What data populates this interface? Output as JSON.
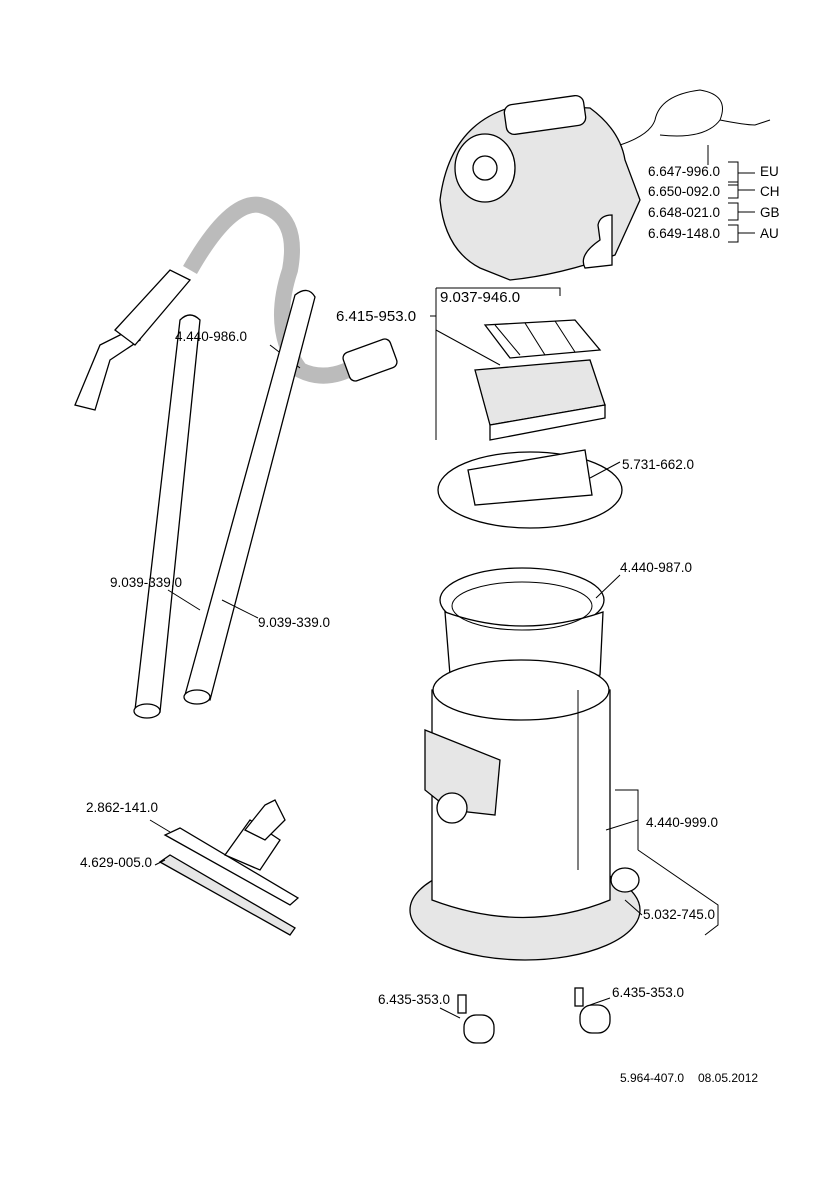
{
  "parts": {
    "cable_eu": "6.647-996.0",
    "cable_eu_region": "EU",
    "cable_ch": "6.650-092.0",
    "cable_ch_region": "CH",
    "cable_gb": "6.648-021.0",
    "cable_gb_region": "GB",
    "cable_au": "6.649-148.0",
    "cable_au_region": "AU",
    "filter_frame": "9.037-946.0",
    "filter_set": "6.415-953.0",
    "suction_hose": "4.440-986.0",
    "filter_holder": "5.731-662.0",
    "dirt_container_insert": "4.440-987.0",
    "tube_1": "9.039-339.0",
    "tube_2": "9.039-339.0",
    "floor_nozzle_insert": "2.862-141.0",
    "floor_nozzle_brush": "4.629-005.0",
    "container": "4.440-999.0",
    "base": "5.032-745.0",
    "castor_1": "6.435-353.0",
    "castor_2": "6.435-353.0"
  },
  "footer": {
    "doc_number": "5.964-407.0",
    "date": "08.05.2012"
  }
}
